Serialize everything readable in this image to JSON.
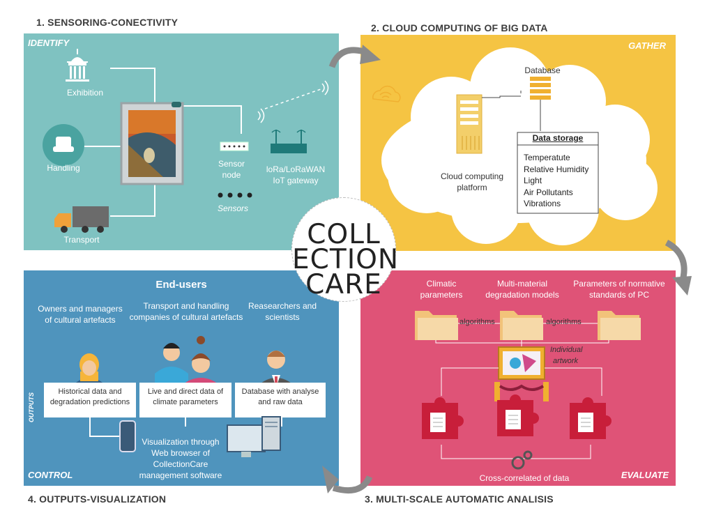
{
  "titles": {
    "t1": "1. SENSORING-CONECTIVITY",
    "t2": "2. CLOUD COMPUTING OF BIG DATA",
    "t3": "3. MULTI-SCALE AUTOMATIC ANALISIS",
    "t4": "4. OUTPUTS-VISUALIZATION"
  },
  "panel1": {
    "tag": "IDENTIFY",
    "exhibition": "Exhibition",
    "handling": "Handling",
    "transport": "Transport",
    "sensor_node_1": "Sensor",
    "sensor_node_2": "node",
    "gateway_1": "loRa/LoRaWAN",
    "gateway_2": "IoT gateway",
    "sensors": "Sensors"
  },
  "panel2": {
    "tag": "GATHER",
    "database": "Database",
    "cloud_platform_1": "Cloud computing",
    "cloud_platform_2": "platform",
    "storage_title": "Data storage",
    "storage_items": [
      "Temperatute",
      "Relative Humidity",
      "Light",
      "Air Pollutants",
      "Vibrations"
    ]
  },
  "panel3": {
    "tag": "EVALUATE",
    "climatic_1": "Climatic",
    "climatic_2": "parameters",
    "models_1": "Multi-material",
    "models_2": "degradation models",
    "normative_1": "Parameters of normative",
    "normative_2": "standards of PC",
    "algorithms_1": "algorithms",
    "algorithms_2": "algorithms",
    "individual_1": "Individual",
    "individual_2": "artwork",
    "cross": "Cross-correlated of data"
  },
  "panel4": {
    "tag": "CONTROL",
    "outputs": "OUTPUTS",
    "endusers": "End-users",
    "owners_1": "Owners and managers",
    "owners_2": "of cultural artefacts",
    "transport_1": "Transport and handling",
    "transport_2": "companies of cultural artefacts",
    "research_1": "Reasearchers and",
    "research_2": "scientists",
    "box1_1": "Historical data and",
    "box1_2": "degradation predictions",
    "box2_1": "Live and direct data of",
    "box2_2": "climate parameters",
    "box3_1": "Database with analyse",
    "box3_2": "and raw data",
    "viz_1": "Visualization through",
    "viz_2": "Web browser of",
    "viz_3": "CollectionCare",
    "viz_4": "management software"
  },
  "logo": {
    "line1": "COLL",
    "line2": "ECTION",
    "line3": "CARE"
  },
  "colors": {
    "teal": "#7fc2c1",
    "yellow": "#f5c443",
    "blue": "#4f94bd",
    "pink": "#df5377",
    "arrow": "#8a8a8a"
  }
}
